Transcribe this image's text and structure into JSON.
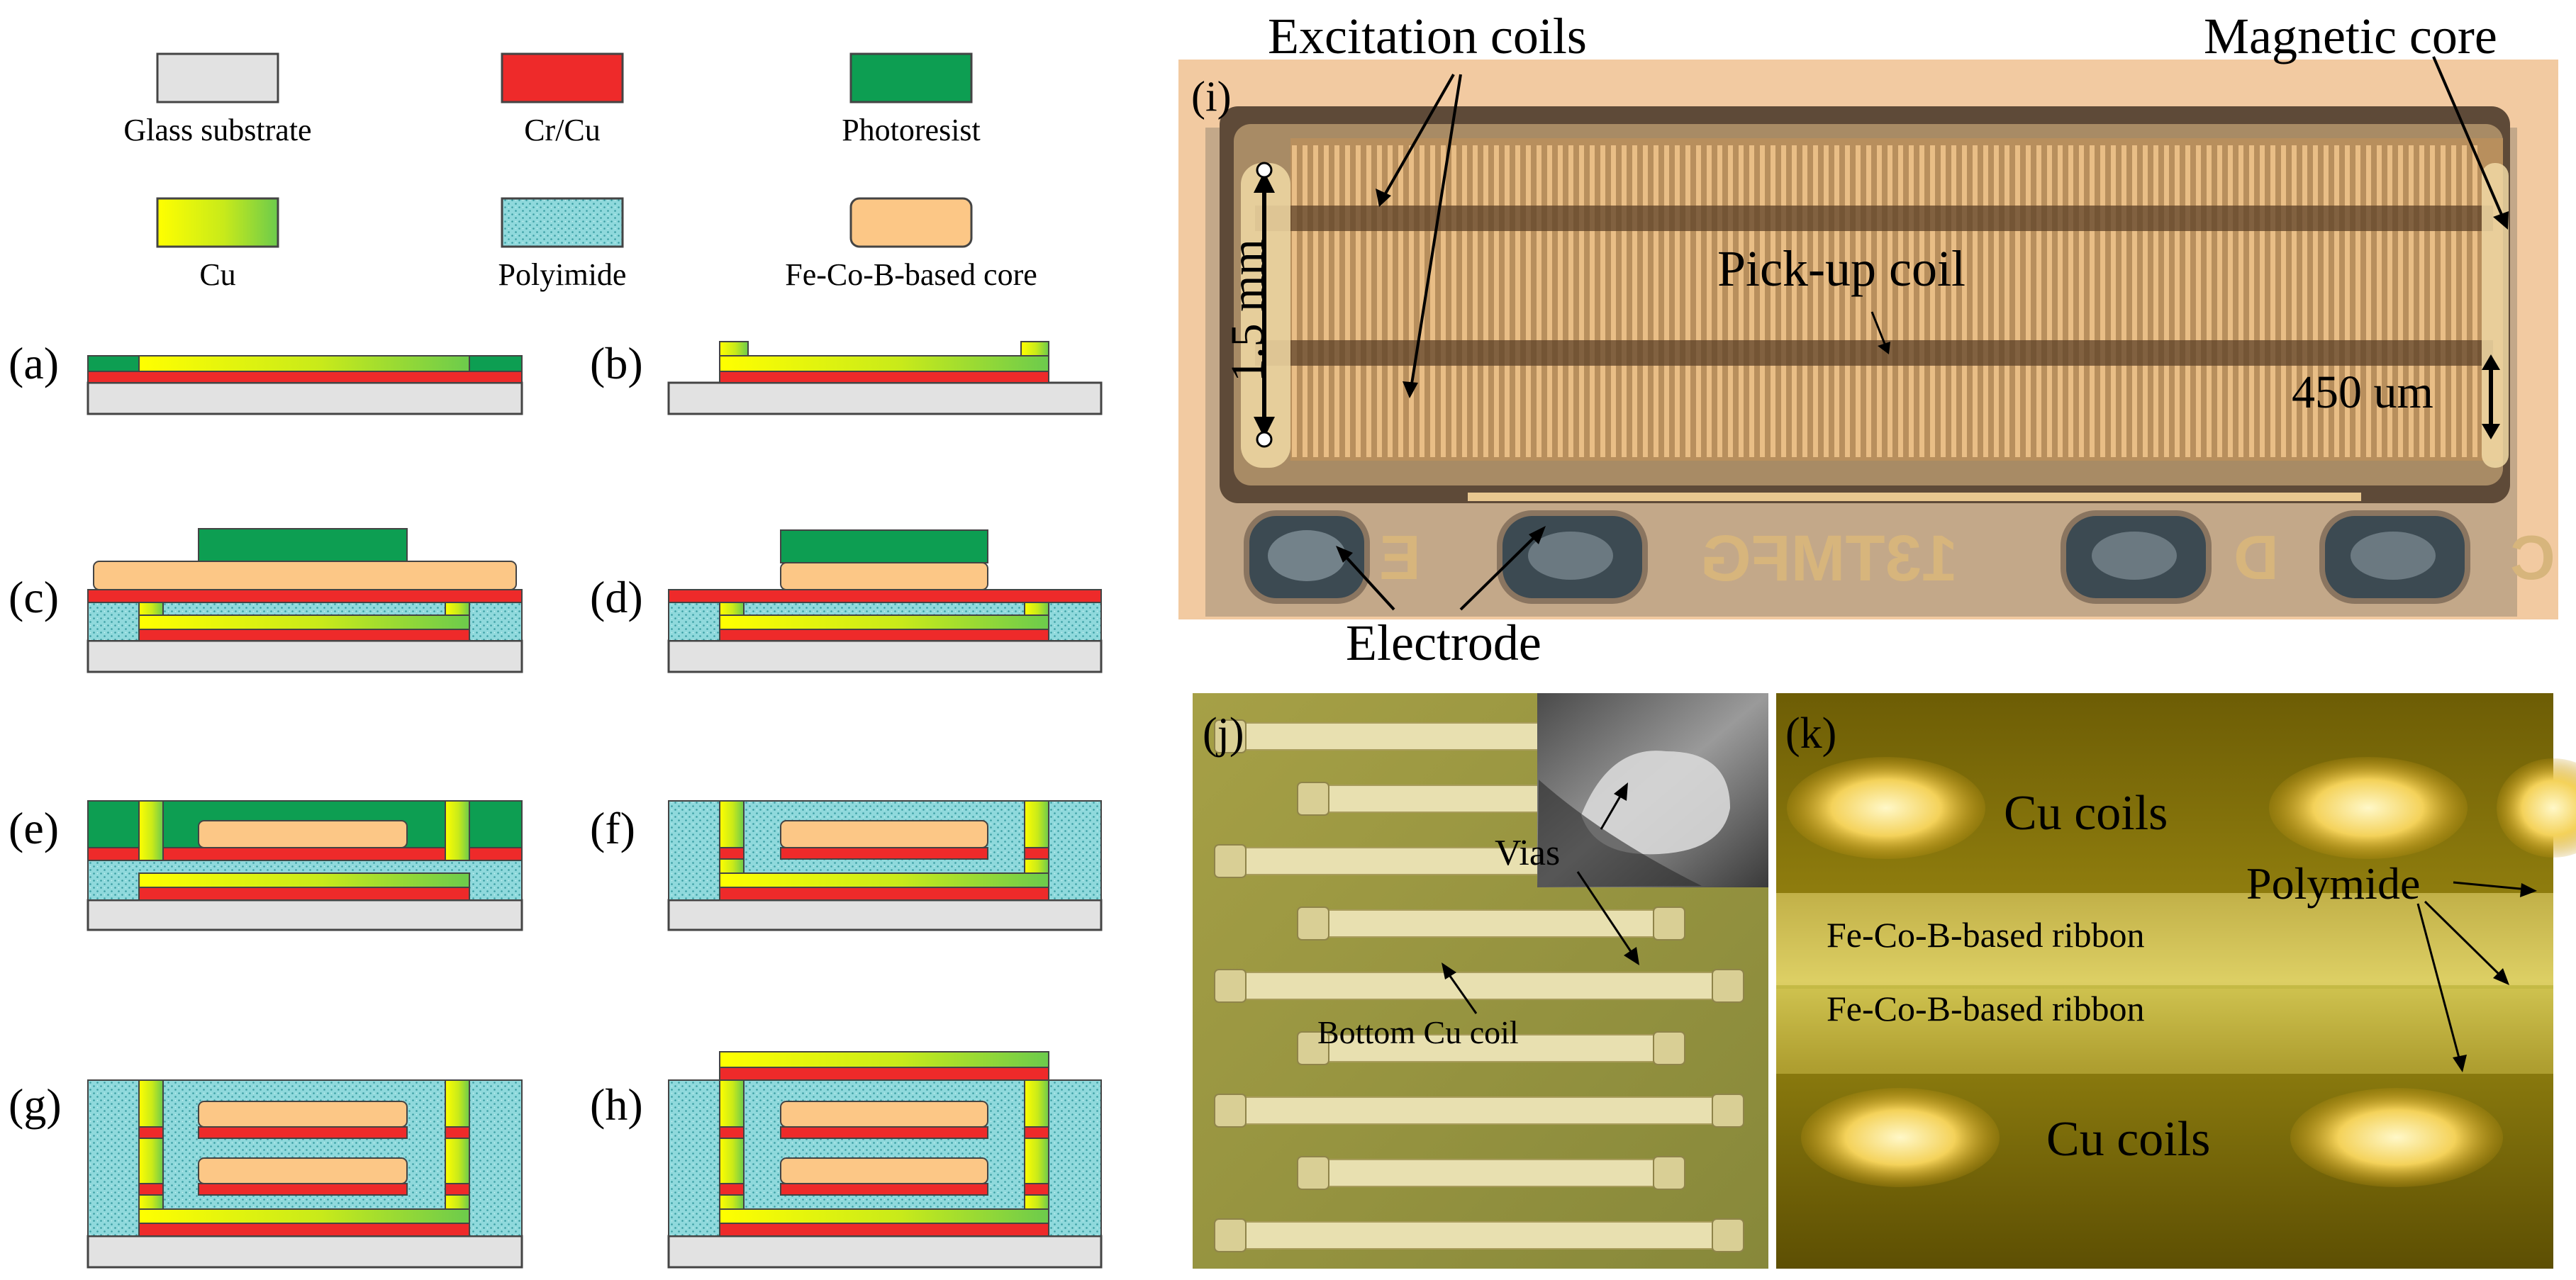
{
  "legend": {
    "glass": {
      "label": "Glass substrate",
      "color": "#e2e2e2"
    },
    "crcu": {
      "label": "Cr/Cu",
      "color": "#ee2a2a"
    },
    "photoresist": {
      "label": "Photoresist",
      "color": "#0d9e52"
    },
    "cu": {
      "label": "Cu",
      "color_start": "#ffff00",
      "color_end": "#7ed04a"
    },
    "polyimide": {
      "label": "Polyimide",
      "color": "#7fd3d6"
    },
    "core": {
      "label": "Fe-Co-B-based core",
      "color": "#fcc786"
    }
  },
  "steps": [
    "(a)",
    "(b)",
    "(c)",
    "(d)",
    "(e)",
    "(f)",
    "(g)",
    "(h)"
  ],
  "photo_i": {
    "label": "(i)",
    "excitation": "Excitation coils",
    "core": "Magnetic core",
    "pickup": "Pick-up coil",
    "width_dim": "1.5 mm",
    "height_dim": "450 um",
    "electrode": "Electrode",
    "chip_text": "13TMFG",
    "pad_e": "E",
    "pad_d": "D",
    "pad_c": "C"
  },
  "photo_j": {
    "label": "(j)",
    "vias": "Vias",
    "bottom": "Bottom Cu coil"
  },
  "photo_k": {
    "label": "(k)",
    "cu_top": "Cu coils",
    "polymide": "Polymide",
    "ribbon1": "Fe-Co-B-based ribbon",
    "ribbon2": "Fe-Co-B-based ribbon",
    "cu_bottom": "Cu coils"
  }
}
